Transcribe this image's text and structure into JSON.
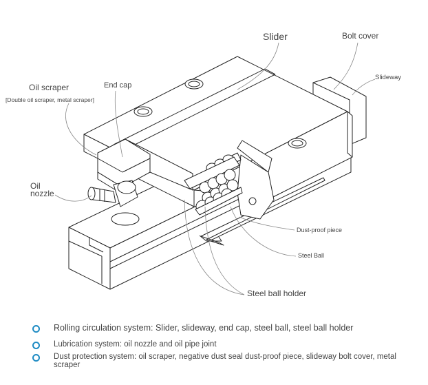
{
  "labels": {
    "slider": "Slider",
    "bolt_cover": "Bolt cover",
    "slideway": "Slideway",
    "oil_scraper": "Oil scraper",
    "oil_scraper_detail": "[Double oil scraper, metal scraper]",
    "end_cap": "End cap",
    "oil_nozzle_1": "Oil",
    "oil_nozzle_2": "nozzle",
    "dust_proof_piece": "Dust-proof piece",
    "steel_ball": "Steel Ball",
    "steel_ball_holder": "Steel ball holder"
  },
  "legend": [
    {
      "text": "Rolling circulation system: Slider, slideway, end cap, steel ball, steel ball holder"
    },
    {
      "text": "Lubrication system: oil nozzle and oil pipe joint"
    },
    {
      "text": "Dust protection system: oil scraper, negative dust seal dust-proof piece, slideway bolt cover, metal scraper"
    }
  ],
  "colors": {
    "bullet": "#1e8bc3",
    "line": "#222222",
    "label": "#444444"
  }
}
